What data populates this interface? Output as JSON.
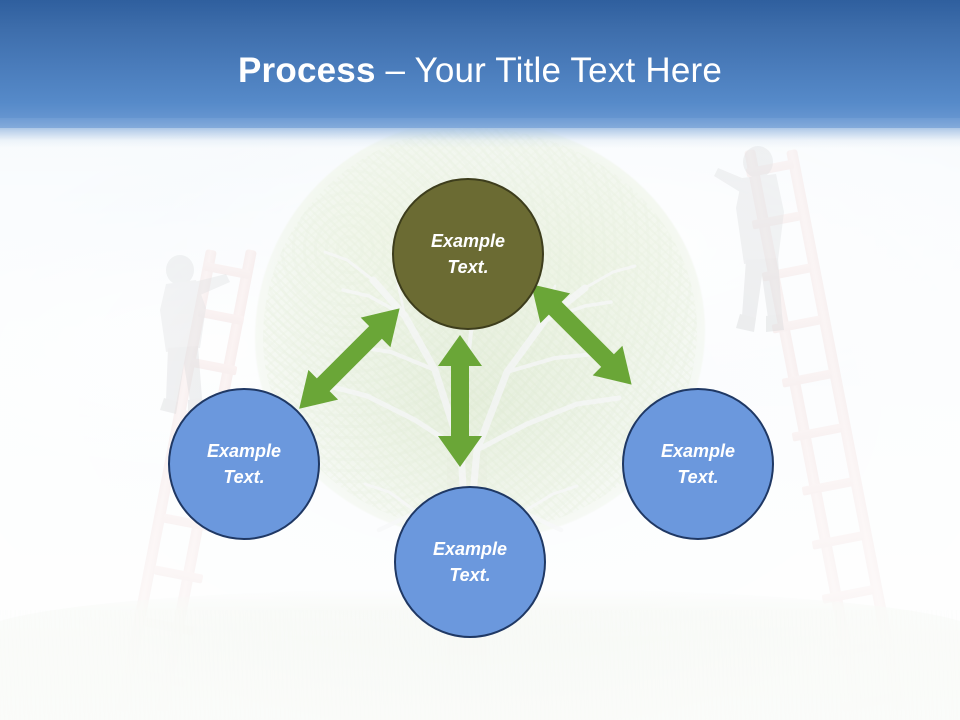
{
  "slide": {
    "title_bold": "Process",
    "title_separator": " – ",
    "title_light": "Your Title Text Here",
    "title_full": "Process – Your Title Text Here"
  },
  "colors": {
    "header_top": "#2f5f9e",
    "header_bottom": "#6f9cd4",
    "node_olive": "#6b6b33",
    "node_olive_border": "#3d3d1c",
    "node_blue": "#6b98dd",
    "node_blue_border": "#1f3864",
    "arrow_green": "#6aa637",
    "title_text": "#ffffff",
    "node_text": "#ffffff"
  },
  "diagram": {
    "nodes": [
      {
        "id": "top",
        "line1": "Example",
        "line2": "Text.",
        "fill": "#6b6b33"
      },
      {
        "id": "left",
        "line1": "Example",
        "line2": "Text.",
        "fill": "#6b98dd"
      },
      {
        "id": "right",
        "line1": "Example",
        "line2": "Text.",
        "fill": "#6b98dd"
      },
      {
        "id": "bottom",
        "line1": "Example",
        "line2": "Text.",
        "fill": "#6b98dd"
      }
    ],
    "connectors": [
      {
        "id": "left-to-top",
        "style": "double-headed",
        "direction": "diagonal-up-right"
      },
      {
        "id": "top-to-bottom",
        "style": "double-headed",
        "direction": "vertical"
      },
      {
        "id": "right-to-top",
        "style": "double-headed",
        "direction": "diagonal-up-left"
      }
    ]
  },
  "background": {
    "scene": "tree-with-two-men-on-red-ladders",
    "elements": [
      "sky",
      "clouds",
      "grass",
      "tree",
      "left-ladder",
      "right-ladder",
      "left-person",
      "right-person"
    ]
  }
}
